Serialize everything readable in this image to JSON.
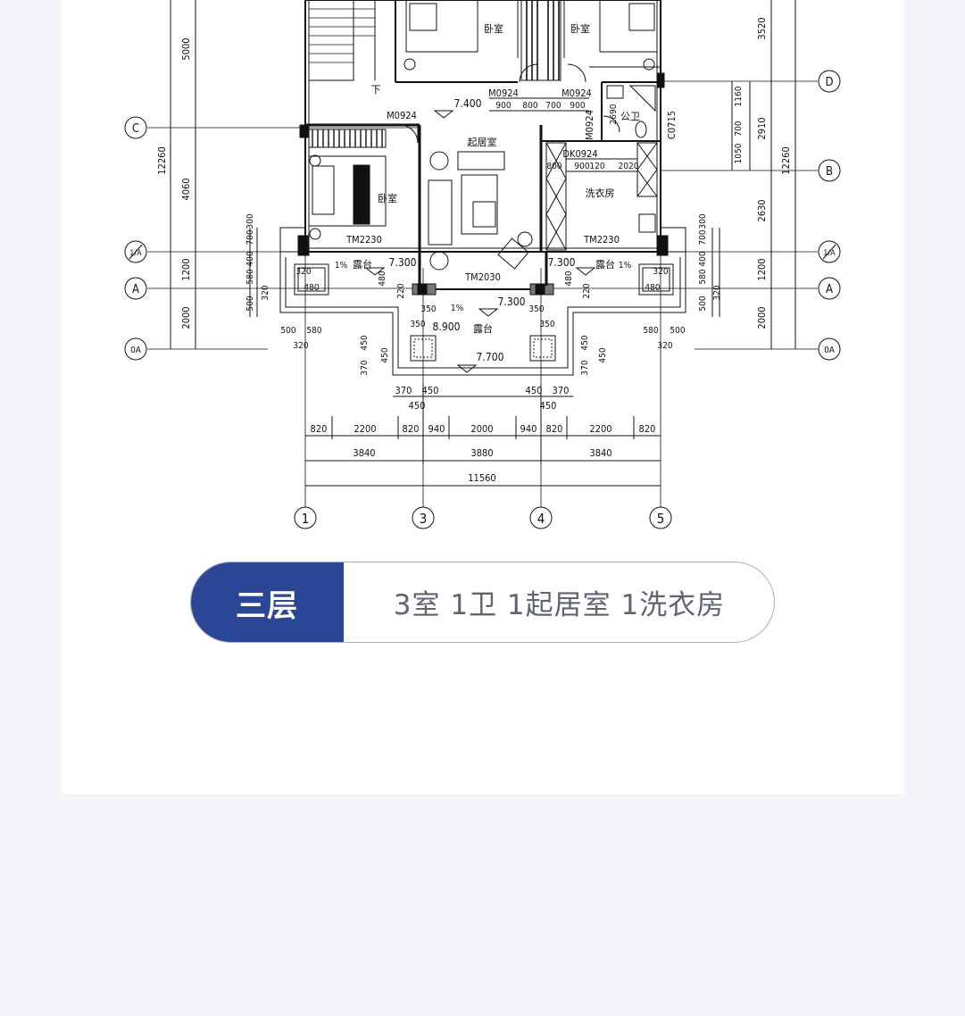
{
  "plan": {
    "rooms": {
      "bedroom_top_left": "卧室",
      "bedroom_top_right": "卧室",
      "living": "起居室",
      "bedroom_left": "卧室",
      "laundry": "洗衣房",
      "bath": "公卫",
      "terrace_left": "露台",
      "terrace_right": "露台",
      "terrace_center": "露台",
      "stair_down": "下"
    },
    "elevations": {
      "e1": "7.400",
      "e2": "7.300",
      "e3": "7.300",
      "e4": "7.300",
      "e5": "8.900",
      "e6": "7.700"
    },
    "doors": {
      "m1": "M0924",
      "m2": "M0924",
      "m3": "M0924",
      "m4": "M0924",
      "dk": "DK0924",
      "tm1": "TM2230",
      "tm2": "TM2230",
      "tm3": "TM2030",
      "c1": "C0715"
    },
    "slopes": {
      "s1": "1%",
      "s2": "1%",
      "s3": "1%"
    },
    "grid_rows": {
      "D": "D",
      "C": "C",
      "B": "B",
      "1A": "1/A",
      "A1": "A",
      "A2": "A",
      "0A1": "0A",
      "0A2": "0A"
    },
    "grid_cols": {
      "c1": "1",
      "c3": "3",
      "c4": "4",
      "c5": "5"
    },
    "dims_left": {
      "d5000": "5000",
      "d12260": "12260",
      "d4060": "4060",
      "d1200": "1200",
      "d2000": "2000",
      "d700": "700",
      "d300": "300",
      "d580": "580",
      "d400": "400",
      "d320": "320",
      "d500": "500"
    },
    "dims_right": {
      "d3520": "3520",
      "d1160": "1160",
      "d2910": "2910",
      "d700": "700",
      "d1050": "1050",
      "d12260": "12260",
      "d2630": "2630",
      "d1200": "1200",
      "d2000": "2000",
      "d700b": "700",
      "d300": "300",
      "d580": "580",
      "d400": "400",
      "d320": "320",
      "d500": "500"
    },
    "dims_inner": {
      "a900": "900",
      "a800": "800",
      "a700": "700",
      "a900b": "900",
      "b900": "900",
      "b120": "120",
      "b2020": "2020",
      "b2690": "2690",
      "b800": "800",
      "c480a": "480",
      "c480b": "480",
      "c480c": "480",
      "c480d": "480",
      "c220a": "220",
      "c220b": "220",
      "c320a": "320",
      "c320b": "320",
      "c350a": "350",
      "c350b": "350",
      "c350c": "350",
      "c350d": "350",
      "t500a": "500",
      "t580a": "580",
      "t320a": "320",
      "t580b": "580",
      "t500b": "500",
      "t320b": "320",
      "v450a": "450",
      "v370a": "370",
      "v450b": "450",
      "v450c": "450",
      "v370b": "370",
      "v450d": "450"
    },
    "dims_bottom": {
      "r1": [
        "370",
        "450",
        "450",
        "370"
      ],
      "r1b": [
        "450",
        "450"
      ],
      "r2": [
        "820",
        "2200",
        "820",
        "940",
        "2000",
        "940",
        "820",
        "2200",
        "820"
      ],
      "r3": [
        "3840",
        "3880",
        "3840"
      ],
      "r4": "11560"
    }
  },
  "summary": {
    "floor": "三层",
    "desc": "3室 1卫 1起居室 1洗衣房"
  },
  "colors": {
    "accent": "#2c4696",
    "background": "#f3f5f9",
    "card": "#ffffff",
    "text": "#5f6470"
  }
}
